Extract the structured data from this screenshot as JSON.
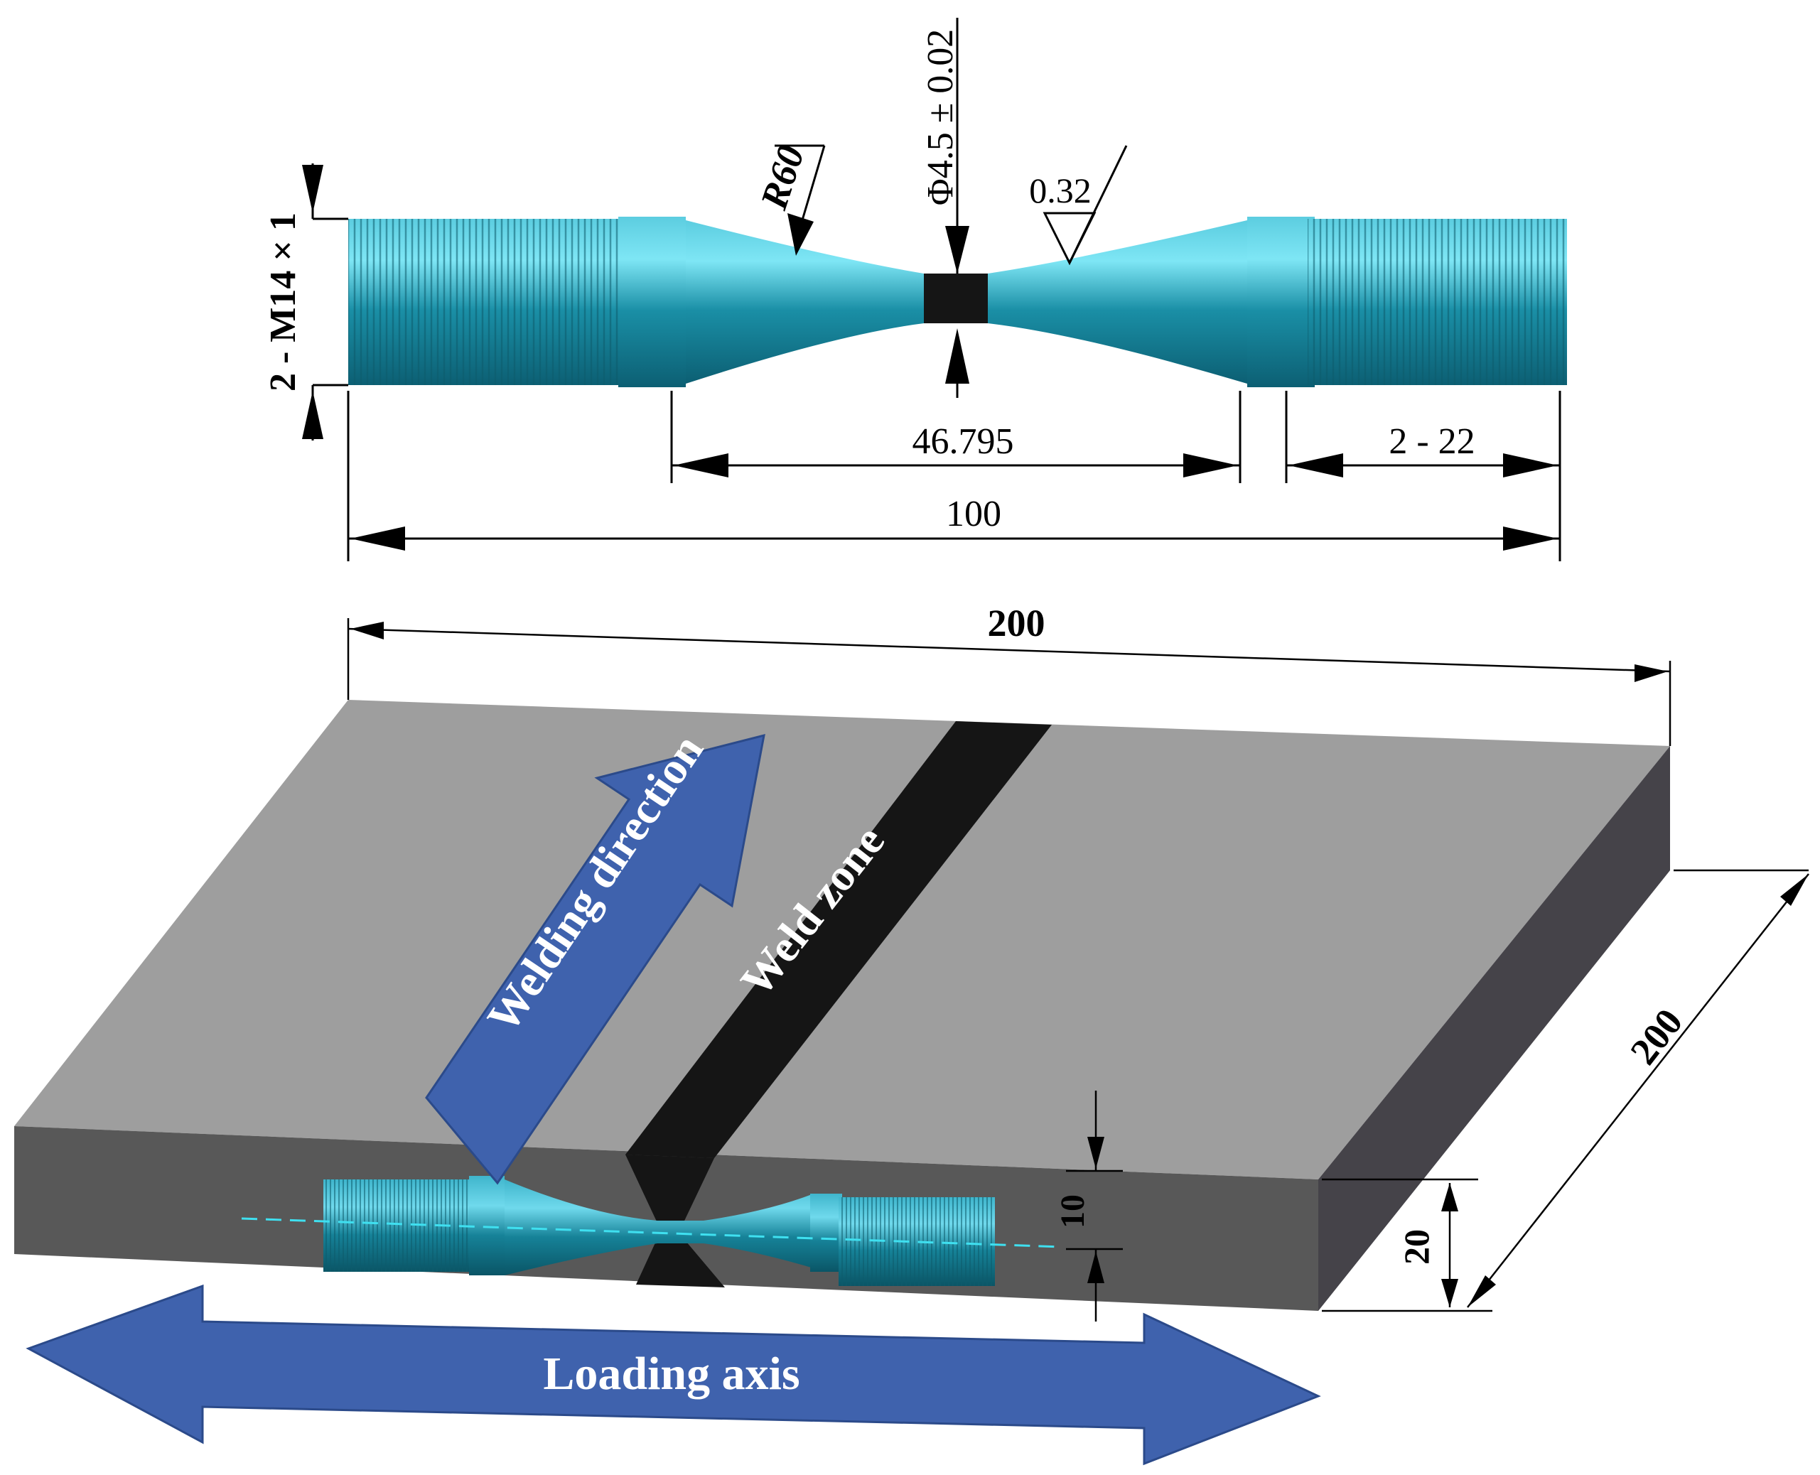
{
  "specimen_drawing": {
    "thread_label": "2 - M14 × 1",
    "radius_label": "R60",
    "diameter_label": "Φ4.5 ± 0.02",
    "roughness_label": "0.32",
    "gauge_length_label": "46.795",
    "grip_length_label": "2 - 22",
    "total_length_label": "100"
  },
  "plate": {
    "width_label": "200",
    "depth_label": "200",
    "thickness_label": "20",
    "offset_label": "10",
    "weld_zone_label": "Weld zone",
    "welding_direction_label": "Welding direction",
    "loading_axis_label": "Loading axis"
  },
  "colors": {
    "specimen_teal": "#1a8fa6",
    "specimen_highlight": "#7ee6f5",
    "plate_top": "#9e9e9e",
    "plate_front": "#585858",
    "plate_side": "#454349",
    "weld": "#151515",
    "arrow_blue": "#3f62ad",
    "axis_line": "#3fe0f0"
  }
}
